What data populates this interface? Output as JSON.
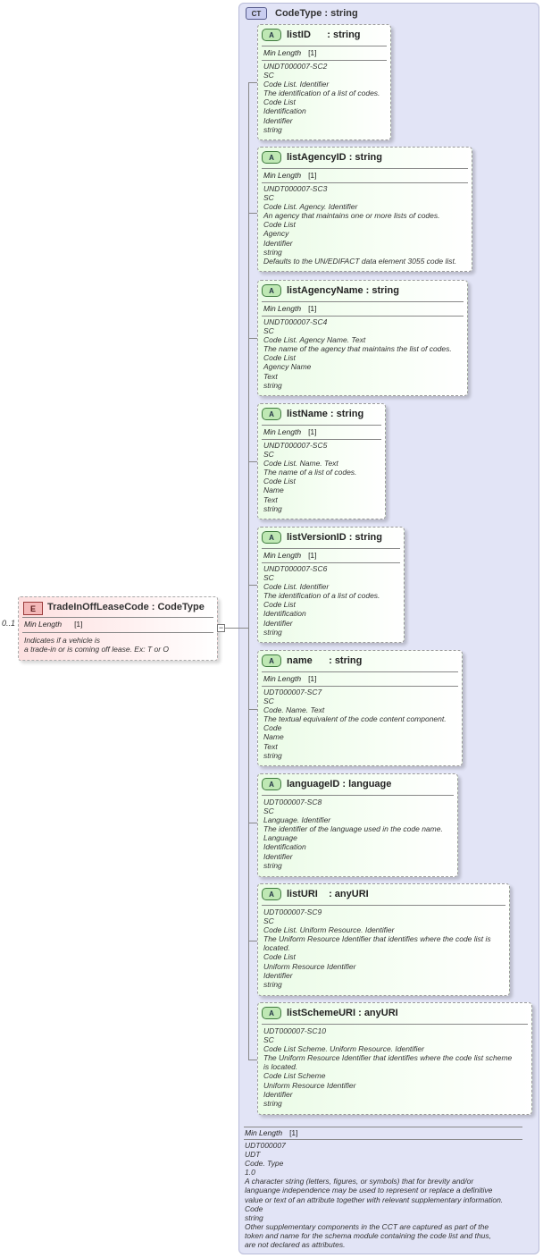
{
  "complex_type": {
    "badge": "CT",
    "name": "CodeType",
    "type": "string"
  },
  "element": {
    "badge": "E",
    "name": "TradeInOffLeaseCode",
    "type": "CodeType",
    "occurrence": "0..1",
    "facet_label": "Min Length",
    "facet_value": "[1]",
    "doc": [
      "Indicates if a vehicle is",
      "a trade-in or is coming off lease. Ex: T or O"
    ]
  },
  "attributes": [
    {
      "badge": "A",
      "name": "listID",
      "type": "string",
      "facet_label": "Min Length",
      "facet_value": "[1]",
      "lines": [
        "UNDT000007-SC2",
        "SC",
        "Code List. Identifier",
        "The identification of a list of codes.",
        "Code List",
        "Identification",
        "Identifier",
        "string"
      ]
    },
    {
      "badge": "A",
      "name": "listAgencyID",
      "type": "string",
      "facet_label": "Min Length",
      "facet_value": "[1]",
      "lines": [
        "UNDT000007-SC3",
        "SC",
        "Code List. Agency. Identifier",
        "An agency that maintains one or more lists of codes.",
        "Code List",
        "Agency",
        "Identifier",
        "string",
        "Defaults to the UN/EDIFACT data element 3055 code list."
      ]
    },
    {
      "badge": "A",
      "name": "listAgencyName",
      "type": "string",
      "facet_label": "Min Length",
      "facet_value": "[1]",
      "lines": [
        "UNDT000007-SC4",
        "SC",
        "Code List. Agency Name. Text",
        "The name of the agency that maintains the list of codes.",
        "Code List",
        "Agency Name",
        "Text",
        "string"
      ]
    },
    {
      "badge": "A",
      "name": "listName",
      "type": "string",
      "facet_label": "Min Length",
      "facet_value": "[1]",
      "lines": [
        "UNDT000007-SC5",
        "SC",
        "Code List. Name. Text",
        "The name of a list of codes.",
        "Code List",
        "Name",
        "Text",
        "string"
      ]
    },
    {
      "badge": "A",
      "name": "listVersionID",
      "type": "string",
      "facet_label": "Min Length",
      "facet_value": "[1]",
      "lines": [
        "UNDT000007-SC6",
        "SC",
        "Code List. Identifier",
        "The identification of a list of codes.",
        "Code List",
        "Identification",
        "Identifier",
        "string"
      ]
    },
    {
      "badge": "A",
      "name": "name",
      "type": "string",
      "facet_label": "Min Length",
      "facet_value": "[1]",
      "lines": [
        "UDT000007-SC7",
        "SC",
        "Code. Name. Text",
        "The textual equivalent of the code content component.",
        "Code",
        "Name",
        "Text",
        "string"
      ]
    },
    {
      "badge": "A",
      "name": "languageID",
      "type": "language",
      "lines": [
        "UDT000007-SC8",
        "SC",
        "Language. Identifier",
        "The identifier of the language used in the code name.",
        "Language",
        "Identification",
        "Identifier",
        "string"
      ]
    },
    {
      "badge": "A",
      "name": "listURI",
      "type": "anyURI",
      "lines": [
        "UDT000007-SC9",
        "SC",
        "Code List. Uniform Resource. Identifier",
        "The Uniform Resource Identifier that identifies where the code list is",
        "located.",
        "Code List",
        "Uniform Resource Identifier",
        "Identifier",
        "string"
      ]
    },
    {
      "badge": "A",
      "name": "listSchemeURI",
      "type": "anyURI",
      "lines": [
        "UDT000007-SC10",
        "SC",
        "Code List Scheme. Uniform Resource. Identifier",
        "The Uniform Resource Identifier that identifies where the code list scheme",
        "is located.",
        "Code List Scheme",
        "Uniform Resource Identifier",
        "Identifier",
        "string"
      ]
    }
  ],
  "type_doc": {
    "facet_label": "Min Length",
    "facet_value": "[1]",
    "lines": [
      "UDT000007",
      "UDT",
      "Code. Type",
      "1.0",
      "A character string (letters, figures, or symbols) that for brevity and/or",
      "languange independence may be used to represent or replace a definitive",
      "value or text of an attribute together with relevant supplementary information.",
      "Code",
      "string",
      "Other supplementary components in the CCT are captured as part of the",
      "token and name for the schema module containing the code list and thus,",
      "are not declared as attributes."
    ]
  }
}
